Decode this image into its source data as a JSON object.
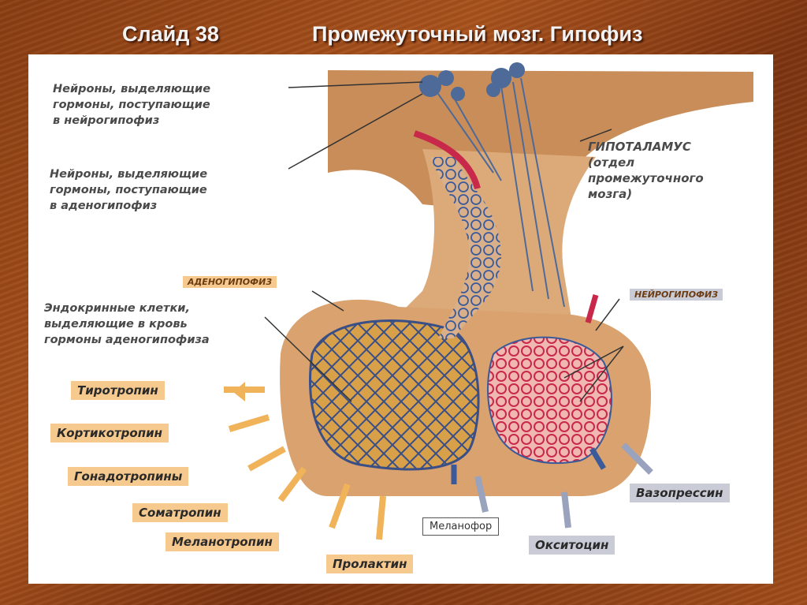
{
  "header": {
    "slide_number": "Слайд 38",
    "title": "Промежуточный мозг. Гипофиз"
  },
  "labels": {
    "neurons_neuro": "Нейроны, выделяющие\nгормоны, поступающие\nв нейрогипофиз",
    "neurons_adeno": "Нейроны, выделяющие\nгормоны, поступающие\nв аденогипофиз",
    "hypothalamus": "ГИПОТАЛАМУС\n(отдел\nпромежуточного\nмозга)",
    "adenohypophysis": "АДЕНОГИПОФИЗ",
    "neurohypophysis": "НЕЙРОГИПОФИЗ",
    "endocrine_cells": "Эндокринные клетки,\nвыделяющие в кровь\nгормоны аденогипофиза"
  },
  "hormones_adeno": [
    "Тиротропин",
    "Кортикотропин",
    "Гонадотропины",
    "Соматропин",
    "Меланотропин",
    "Пролактин"
  ],
  "hormones_neuro": [
    "Вазопрессин",
    "Окситоцин"
  ],
  "melanophor": "Меланофор",
  "colors": {
    "background": "#8a3e12",
    "tissue": "#d9a26e",
    "arrow_adeno": "#f0b35a",
    "arrow_neuro": "#9aa3bd",
    "vessel_red": "#c8284a",
    "vessel_blue": "#3a5a9a"
  }
}
